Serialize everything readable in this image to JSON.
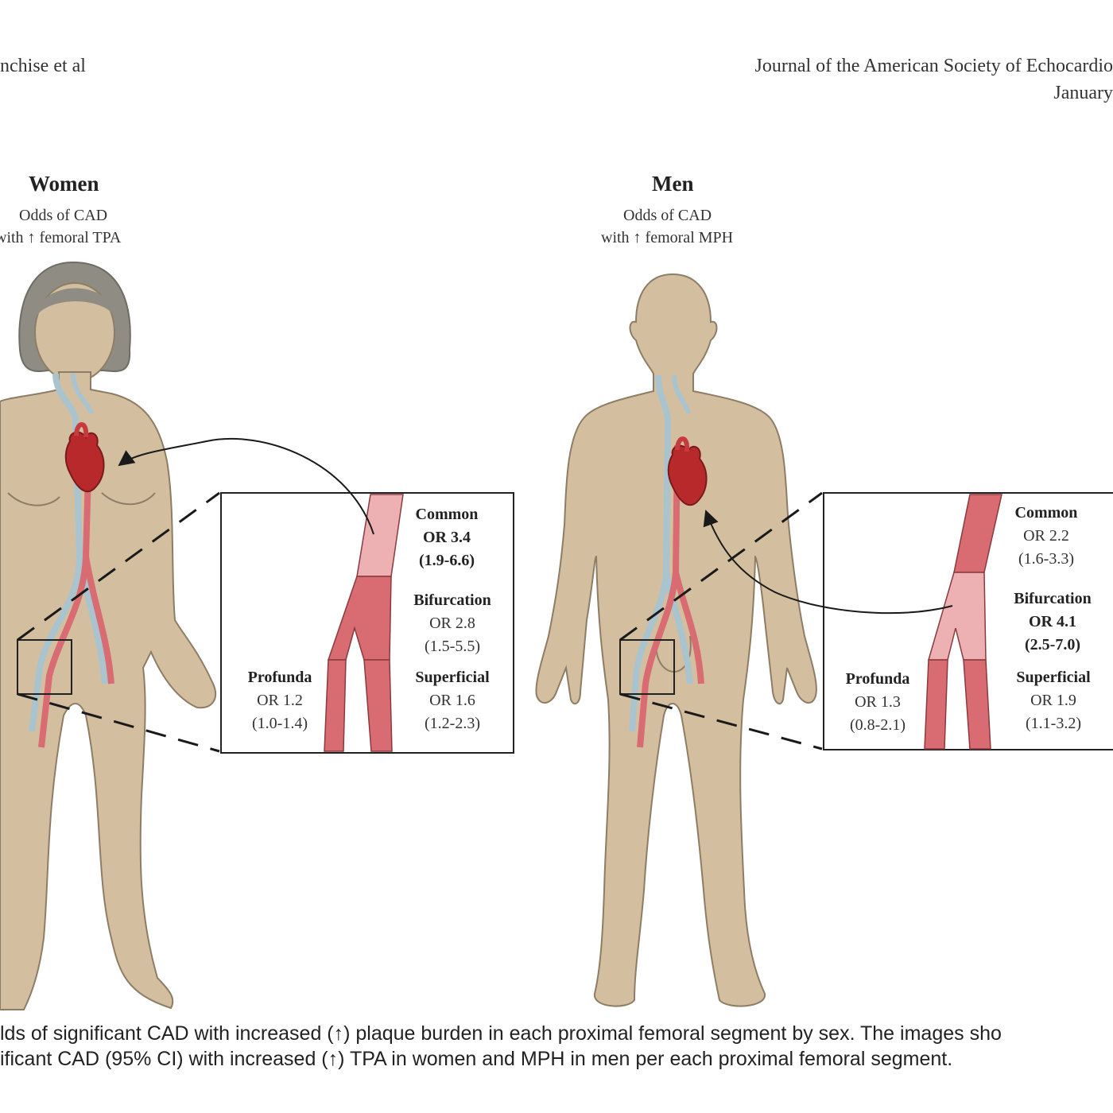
{
  "header": {
    "left": "nchise et al",
    "right_line1": "Journal of the American Society of Echocardio",
    "right_line2": "January"
  },
  "panels": {
    "women": {
      "title": "Women",
      "subtitle_line1": "Odds of CAD",
      "subtitle_line2": "with ↑ femoral TPA",
      "segments": {
        "common": {
          "name": "Common",
          "or": "OR 3.4",
          "ci": "(1.9-6.6)"
        },
        "bifurcation": {
          "name": "Bifurcation",
          "or": "OR 2.8",
          "ci": "(1.5-5.5)"
        },
        "profunda": {
          "name": "Profunda",
          "or": "OR 1.2",
          "ci": "(1.0-1.4)"
        },
        "superficial": {
          "name": "Superficial",
          "or": "OR 1.6",
          "ci": "(1.2-2.3)"
        }
      }
    },
    "men": {
      "title": "Men",
      "subtitle_line1": "Odds of CAD",
      "subtitle_line2": "with ↑ femoral MPH",
      "segments": {
        "common": {
          "name": "Common",
          "or": "OR 2.2",
          "ci": "(1.6-3.3)"
        },
        "bifurcation": {
          "name": "Bifurcation",
          "or": "OR 4.1",
          "ci": "(2.5-7.0)"
        },
        "profunda": {
          "name": "Profunda",
          "or": "OR 1.3",
          "ci": "(0.8-2.1)"
        },
        "superficial": {
          "name": "Superficial",
          "or": "OR 1.9",
          "ci": "(1.1-3.2)"
        }
      }
    }
  },
  "caption": {
    "line1": "lds of significant CAD with increased (↑) plaque burden in each proximal femoral segment by sex. The images sho",
    "line2": "ificant CAD (95% CI) with increased (↑) TPA in women and MPH in men per each proximal femoral segment."
  },
  "colors": {
    "skin": "#d3bf9f",
    "skin_outline": "#8e7d66",
    "hair": "#8f8c84",
    "artery": "#d96b72",
    "artery_dark": "#b24850",
    "vein": "#a9c3cf",
    "heart": "#b8292c",
    "highlight_segment": "#edb1b4"
  }
}
